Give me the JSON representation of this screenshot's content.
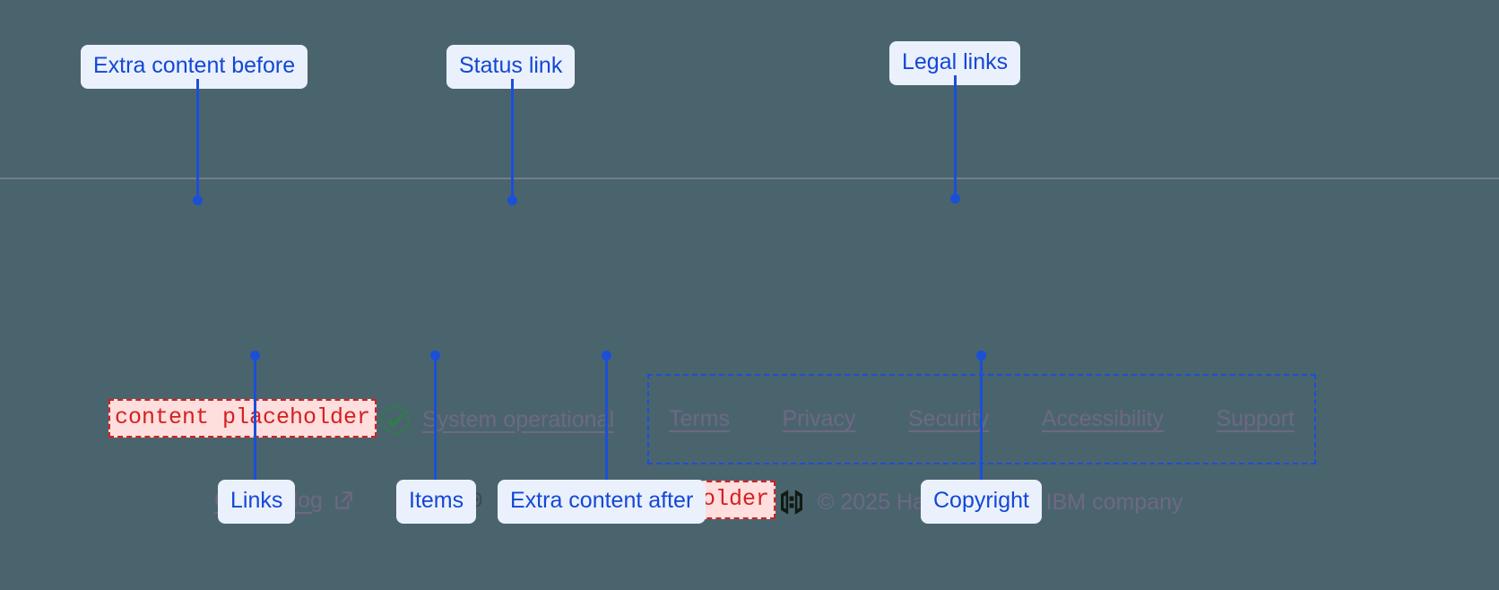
{
  "theme": {
    "page_background": "#4a646e",
    "divider": "#6d7f8d",
    "annotation_accent": "#1b4fd8",
    "annotation_chip_bg": "#eaf1fd",
    "annotation_chip_text": "#1447d6",
    "placeholder_text": "#d42020",
    "placeholder_bg": "#ffdede",
    "link_text": "#6e6883",
    "status_ok": "#1f8a38"
  },
  "annotations": [
    {
      "label": "Extra content before",
      "target": "placeholder-before"
    },
    {
      "label": "Status link",
      "target": "status-link"
    },
    {
      "label": "Legal links",
      "target": "legal-links-group"
    },
    {
      "label": "Links",
      "target": "changelog-link"
    },
    {
      "label": "Items",
      "target": "version-item"
    },
    {
      "label": "Extra content after",
      "target": "placeholder-after"
    },
    {
      "label": "Copyright",
      "target": "copyright"
    }
  ],
  "footer": {
    "extra_before": {
      "text": "content placeholder"
    },
    "extra_after": {
      "text": "content placeholder"
    },
    "status": {
      "icon": "check-circle-icon",
      "label": "System operational"
    },
    "legal_links": [
      {
        "label": "Terms"
      },
      {
        "label": "Privacy"
      },
      {
        "label": "Security"
      },
      {
        "label": "Accessibility"
      },
      {
        "label": "Support"
      }
    ],
    "links": [
      {
        "label": "Changelog",
        "icon": "external-link-icon"
      }
    ],
    "items": [
      {
        "label": "v3.1.0"
      }
    ],
    "copyright": {
      "logo": "hashicorp-logo-icon",
      "text": "© 2025 HashiCorp, an IBM company"
    }
  }
}
